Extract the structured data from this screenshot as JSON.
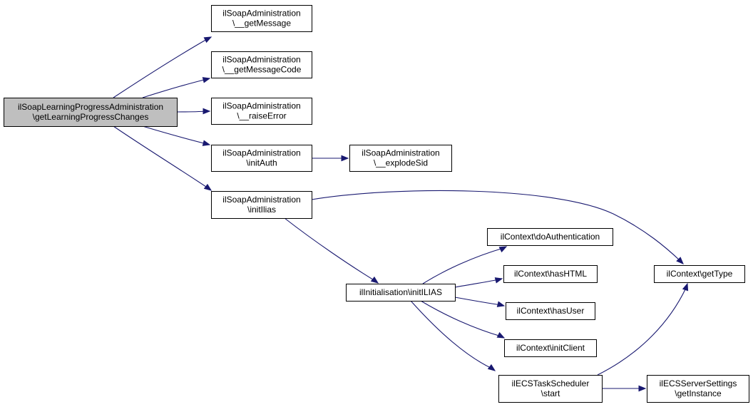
{
  "diagram": {
    "colors": {
      "edge": "#191970",
      "node_fill": "#ffffff",
      "root_fill": "#bfbfbf",
      "border": "#000000"
    },
    "nodes": [
      {
        "id": "root",
        "lines": [
          "ilSoapLearningProgressAdministration",
          "\\getLearningProgressChanges"
        ],
        "root": true
      },
      {
        "id": "getMessage",
        "lines": [
          "ilSoapAdministration",
          "\\__getMessage"
        ]
      },
      {
        "id": "getMessageCode",
        "lines": [
          "ilSoapAdministration",
          "\\__getMessageCode"
        ]
      },
      {
        "id": "raiseError",
        "lines": [
          "ilSoapAdministration",
          "\\__raiseError"
        ]
      },
      {
        "id": "initAuth",
        "lines": [
          "ilSoapAdministration",
          "\\initAuth"
        ]
      },
      {
        "id": "explodeSid",
        "lines": [
          "ilSoapAdministration",
          "\\__explodeSid"
        ]
      },
      {
        "id": "initIlias",
        "lines": [
          "ilSoapAdministration",
          "\\initIlias"
        ]
      },
      {
        "id": "initILIAS2",
        "lines": [
          "ilInitialisation\\initILIAS"
        ]
      },
      {
        "id": "doAuthentication",
        "lines": [
          "ilContext\\doAuthentication"
        ]
      },
      {
        "id": "hasHTML",
        "lines": [
          "ilContext\\hasHTML"
        ]
      },
      {
        "id": "hasUser",
        "lines": [
          "ilContext\\hasUser"
        ]
      },
      {
        "id": "initClient",
        "lines": [
          "ilContext\\initClient"
        ]
      },
      {
        "id": "ecsStart",
        "lines": [
          "ilECSTaskScheduler",
          "\\start"
        ]
      },
      {
        "id": "getType",
        "lines": [
          "ilContext\\getType"
        ]
      },
      {
        "id": "getInstance",
        "lines": [
          "ilECSServerSettings",
          "\\getInstance"
        ]
      }
    ],
    "edges": [
      {
        "from": "root",
        "to": "getMessage"
      },
      {
        "from": "root",
        "to": "getMessageCode"
      },
      {
        "from": "root",
        "to": "raiseError"
      },
      {
        "from": "root",
        "to": "initAuth"
      },
      {
        "from": "root",
        "to": "initIlias"
      },
      {
        "from": "initAuth",
        "to": "explodeSid"
      },
      {
        "from": "initIlias",
        "to": "getType"
      },
      {
        "from": "initIlias",
        "to": "initILIAS2"
      },
      {
        "from": "initILIAS2",
        "to": "doAuthentication"
      },
      {
        "from": "initILIAS2",
        "to": "hasHTML"
      },
      {
        "from": "initILIAS2",
        "to": "hasUser"
      },
      {
        "from": "initILIAS2",
        "to": "initClient"
      },
      {
        "from": "initILIAS2",
        "to": "ecsStart"
      },
      {
        "from": "ecsStart",
        "to": "getType"
      },
      {
        "from": "ecsStart",
        "to": "getInstance"
      }
    ]
  }
}
